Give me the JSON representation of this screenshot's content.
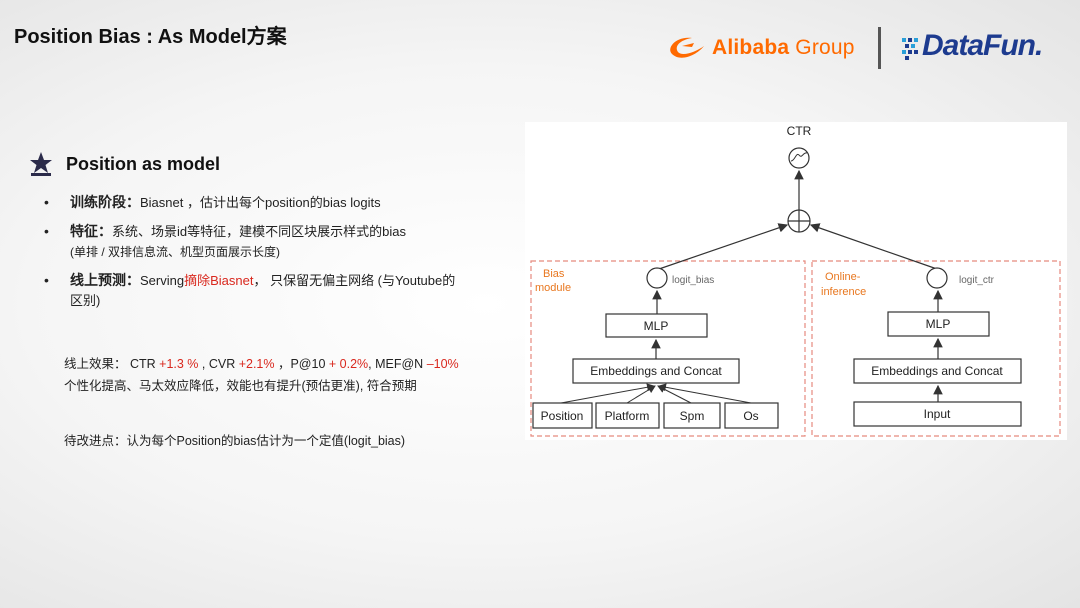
{
  "slide": {
    "title": "Position Bias : As Model方案"
  },
  "logos": {
    "alibaba_name": "Alibaba",
    "alibaba_group": "Group",
    "datafun": "DataFun."
  },
  "section": {
    "title": "Position as model"
  },
  "bullets": [
    {
      "label": "训练阶段：",
      "text": "Biasnet ，估计出每个position的bias logits"
    },
    {
      "label": "特征：",
      "text": "系统、场景id等特征，建模不同区块展示样式的bias",
      "sub": "(单排 / 双排信息流、机型页面展示长度)"
    },
    {
      "label": "线上预测：",
      "pre": "Serving",
      "red": "摘除Biasnet",
      "text": "， 只保留无偏主网络 (与Youtube的",
      "cont": "区别)"
    }
  ],
  "metrics": {
    "prefix": "线上效果： CTR ",
    "ctr": "+1.3 %",
    "sep1": " , CVR ",
    "cvr": "+2.1%",
    "sep2": " ，P@10 ",
    "p10": "+ 0.2%",
    "sep3": ", MEF@N ",
    "mef": "–10%",
    "line2": "个性化提高、马太效应降低，效能也有提升(预估更准), 符合预期"
  },
  "todo": {
    "text": "待改进点：认为每个Position的bias估计为一个定值(logit_bias)"
  },
  "diagram": {
    "ctr_label": "CTR",
    "bias_module_label_1": "Bias",
    "bias_module_label_2": "module",
    "online_label_1": "Online-",
    "online_label_2": "inference",
    "logit_bias": "logit_bias",
    "logit_ctr": "logit_ctr",
    "left_mlp": "MLP",
    "left_embed": "Embeddings and Concat",
    "features": [
      "Position",
      "Platform",
      "Spm",
      "Os"
    ],
    "right_mlp": "MLP",
    "right_embed": "Embeddings and Concat",
    "right_input": "Input",
    "colors": {
      "orange": "#e8771f",
      "dashed": "#e58a7e"
    }
  }
}
